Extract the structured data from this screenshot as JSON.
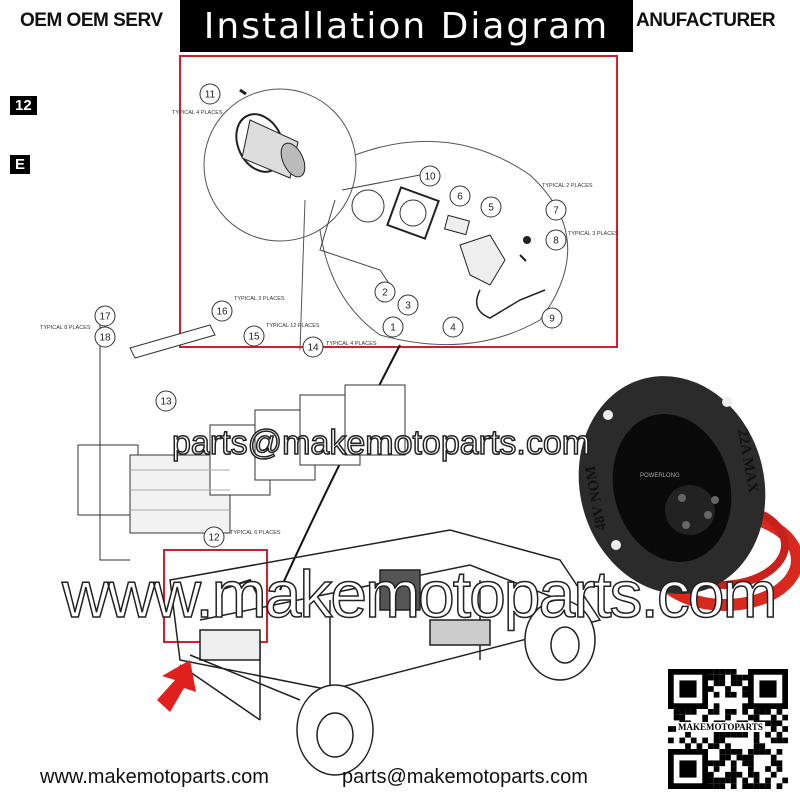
{
  "header": {
    "left_text": "OEM OEM SERV",
    "right_text": "ANUFACTURER",
    "title": "Installation Diagram"
  },
  "side_badges": [
    "12",
    "E"
  ],
  "callouts": [
    "1",
    "2",
    "3",
    "4",
    "5",
    "6",
    "7",
    "8",
    "9",
    "10",
    "11",
    "12",
    "13",
    "14",
    "15",
    "16",
    "17",
    "18"
  ],
  "typical_notes": {
    "n11": "TYPICAL 4 PLACES",
    "n7": "TYPICAL 2 PLACES",
    "n8": "TYPICAL 3 PLACES",
    "n16": "TYPICAL 3 PLACES",
    "n15": "TYPICAL 12 PLACES",
    "n14": "TYPICAL 4 PLACES",
    "n17": "TYPICAL 8 PLACES",
    "n12": "TYPICAL 6 PLACES"
  },
  "product": {
    "left_label": "48V NOM",
    "right_label": "22A MAX",
    "brand": "POWERLONG"
  },
  "watermarks": {
    "site": "www.makemotoparts.com",
    "email": "parts@makemotoparts.com"
  },
  "qr_label": "MAKEMOTOPARTS",
  "footer": {
    "site": "www.makemotoparts.com",
    "email": "parts@makemotoparts.com"
  },
  "colors": {
    "highlight": "#d0202a",
    "arrow": "#e0201c",
    "wire": "#d8291f"
  }
}
